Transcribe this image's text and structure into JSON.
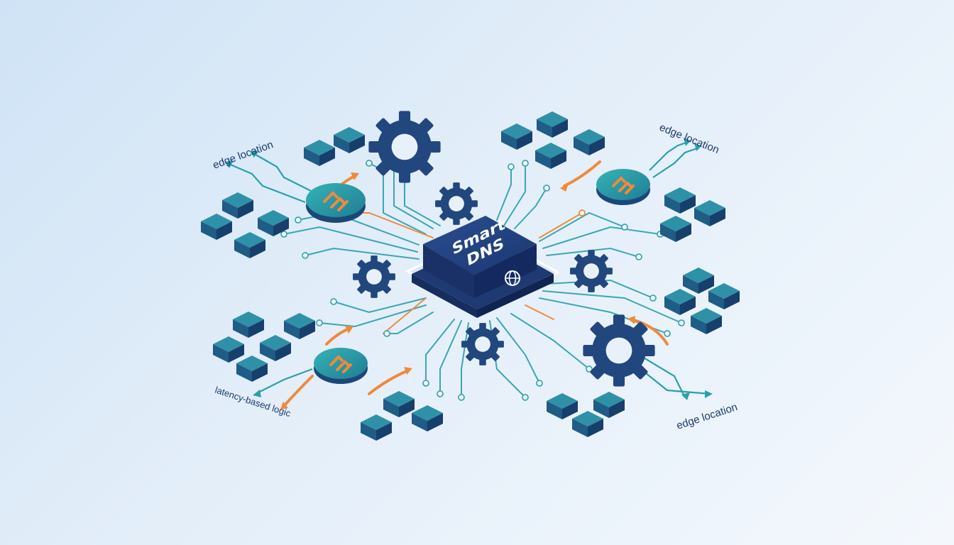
{
  "chip": {
    "line1": "Smart",
    "line2": "DNS",
    "icon": "globe-icon"
  },
  "labels": {
    "top_left": "edge location",
    "top_right": "edge location",
    "bottom_right": "edge location",
    "bottom_left": "latency-based logic"
  },
  "colors": {
    "navy": "#1f3a73",
    "teal": "#2a9aa6",
    "cube_top": "#2f8ea6",
    "orange": "#f08a3a"
  }
}
